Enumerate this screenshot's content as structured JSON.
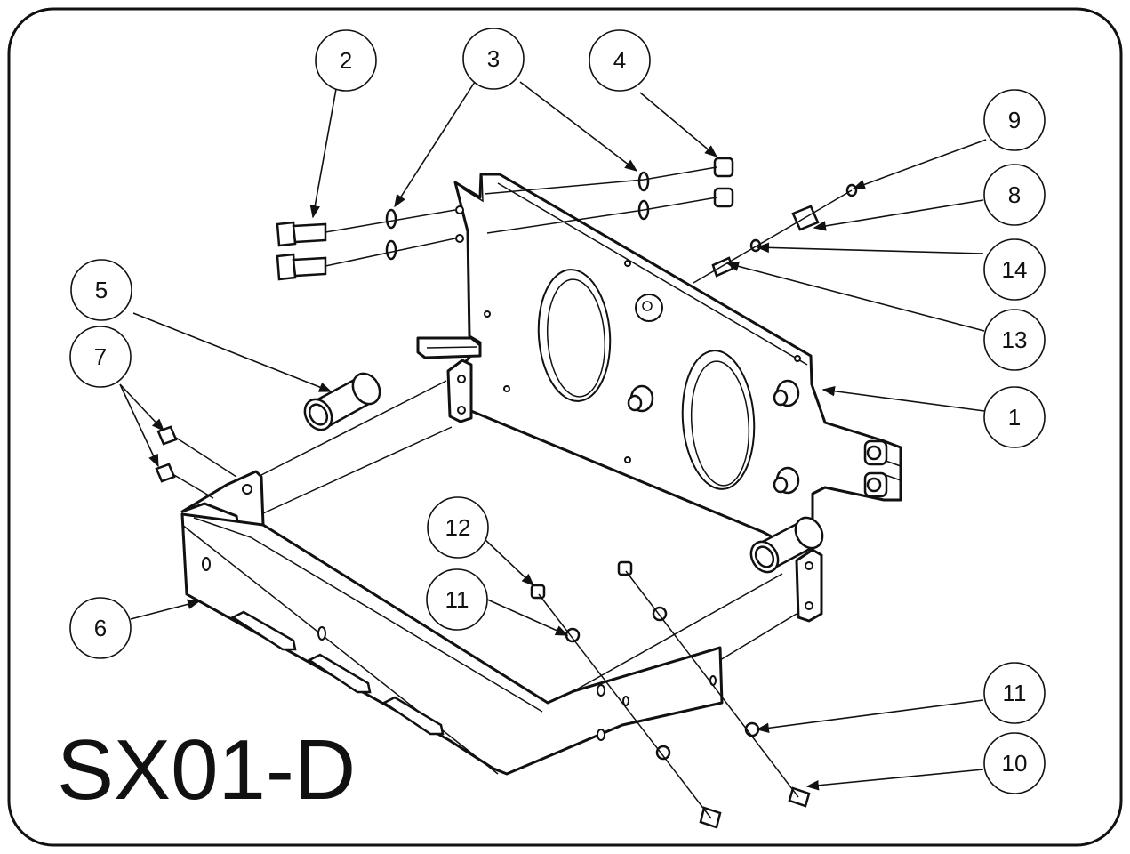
{
  "drawing": {
    "title": "SX01-D",
    "balloons": [
      "1",
      "2",
      "3",
      "4",
      "5",
      "6",
      "7",
      "8",
      "9",
      "10",
      "11",
      "11",
      "12",
      "13",
      "14"
    ]
  }
}
